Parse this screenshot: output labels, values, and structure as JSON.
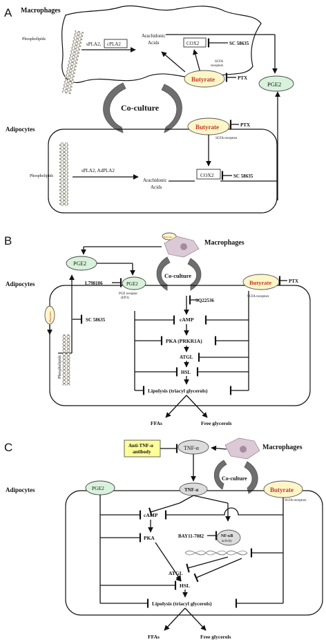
{
  "panelA": {
    "label": "A",
    "macrophages": "Macrophages",
    "phospholipids": "Phospholipids",
    "spla2": "sPLA2,",
    "cpla2": "cPLA2",
    "arachidonic_line1": "Arachidonic",
    "arachidonic_line2": "Acids",
    "cox2": "COX2",
    "sc58635": "SC 58635",
    "scfa_line1": "SCFA",
    "scfa_line2": "receptors",
    "butyrate": "Butyrate",
    "ptx": "PTX",
    "pge2": "PGE2",
    "coculture": "Co-culture",
    "adipocytes": "Adipocytes",
    "butyrate2": "Butyrate",
    "ptx2": "PTX",
    "scfa_receptors2": "SCFA receptors",
    "phospholipids2": "Phospholipids",
    "spla2_adpla2": "sPLA2, AdPLA2",
    "arachidonic2_line1": "Arachidonic",
    "arachidonic2_line2": "Acids",
    "cox2_2": "COX2",
    "sc58635_2": "SC 58635"
  },
  "panelB": {
    "label": "B",
    "butyrate_small": "Butyrate",
    "macrophages": "Macrophages",
    "pge2": "PGE2",
    "coculture": "Co-culture",
    "adipocytes": "Adipocytes",
    "l798106": "L798106",
    "pge2_receptor": "PGE2",
    "ep3_line1": "PGE receptor",
    "ep3_line2": "(EP3)",
    "butyrate": "Butyrate",
    "ptx": "PTX",
    "scfa_receptors": "SCFA receptors",
    "sq22536": "SQ22536",
    "butyrate_left": "Butyrate",
    "sc58635": "SC 58635",
    "camp": "cAMP",
    "pka": "PKA (PRKR1A)",
    "atgl": "ATGL",
    "hsl": "HSL",
    "lipolysis": "Lipolysis (triacyl glycerols)",
    "phospholipids": "Phospholipids",
    "ffas": "FFAs",
    "free_glycerols": "Free glycerols"
  },
  "panelC": {
    "label": "C",
    "antibody_line1": "Anti-TNF-α",
    "antibody_line2": "antibody",
    "tnf": "TNF-α",
    "macrophages": "Macrophages",
    "coculture": "Co-culture",
    "adipocytes": "Adipocytes",
    "pge2": "PGE2",
    "tnf_receptor": "TNF-α",
    "butyrate": "Butyrate",
    "scfa_receptors": "SCFA receptors",
    "camp": "cAMP",
    "bay": "BAY11-7082",
    "nfkb_line1": "NF-κB",
    "nfkb_line2": "activity",
    "pka": "PKA",
    "atgl": "ATGL",
    "hsl": "HSL",
    "lipolysis": "Lipolysis (triacyl glycerols)",
    "ffas": "FFAs",
    "free_glycerols": "Free glycerols"
  },
  "colors": {
    "pge2_fill": "#d9f2dc",
    "butyrate_fill": "#fff6c8",
    "butyrate_text": "#c0392b",
    "antibody_fill": "#ffff99"
  }
}
